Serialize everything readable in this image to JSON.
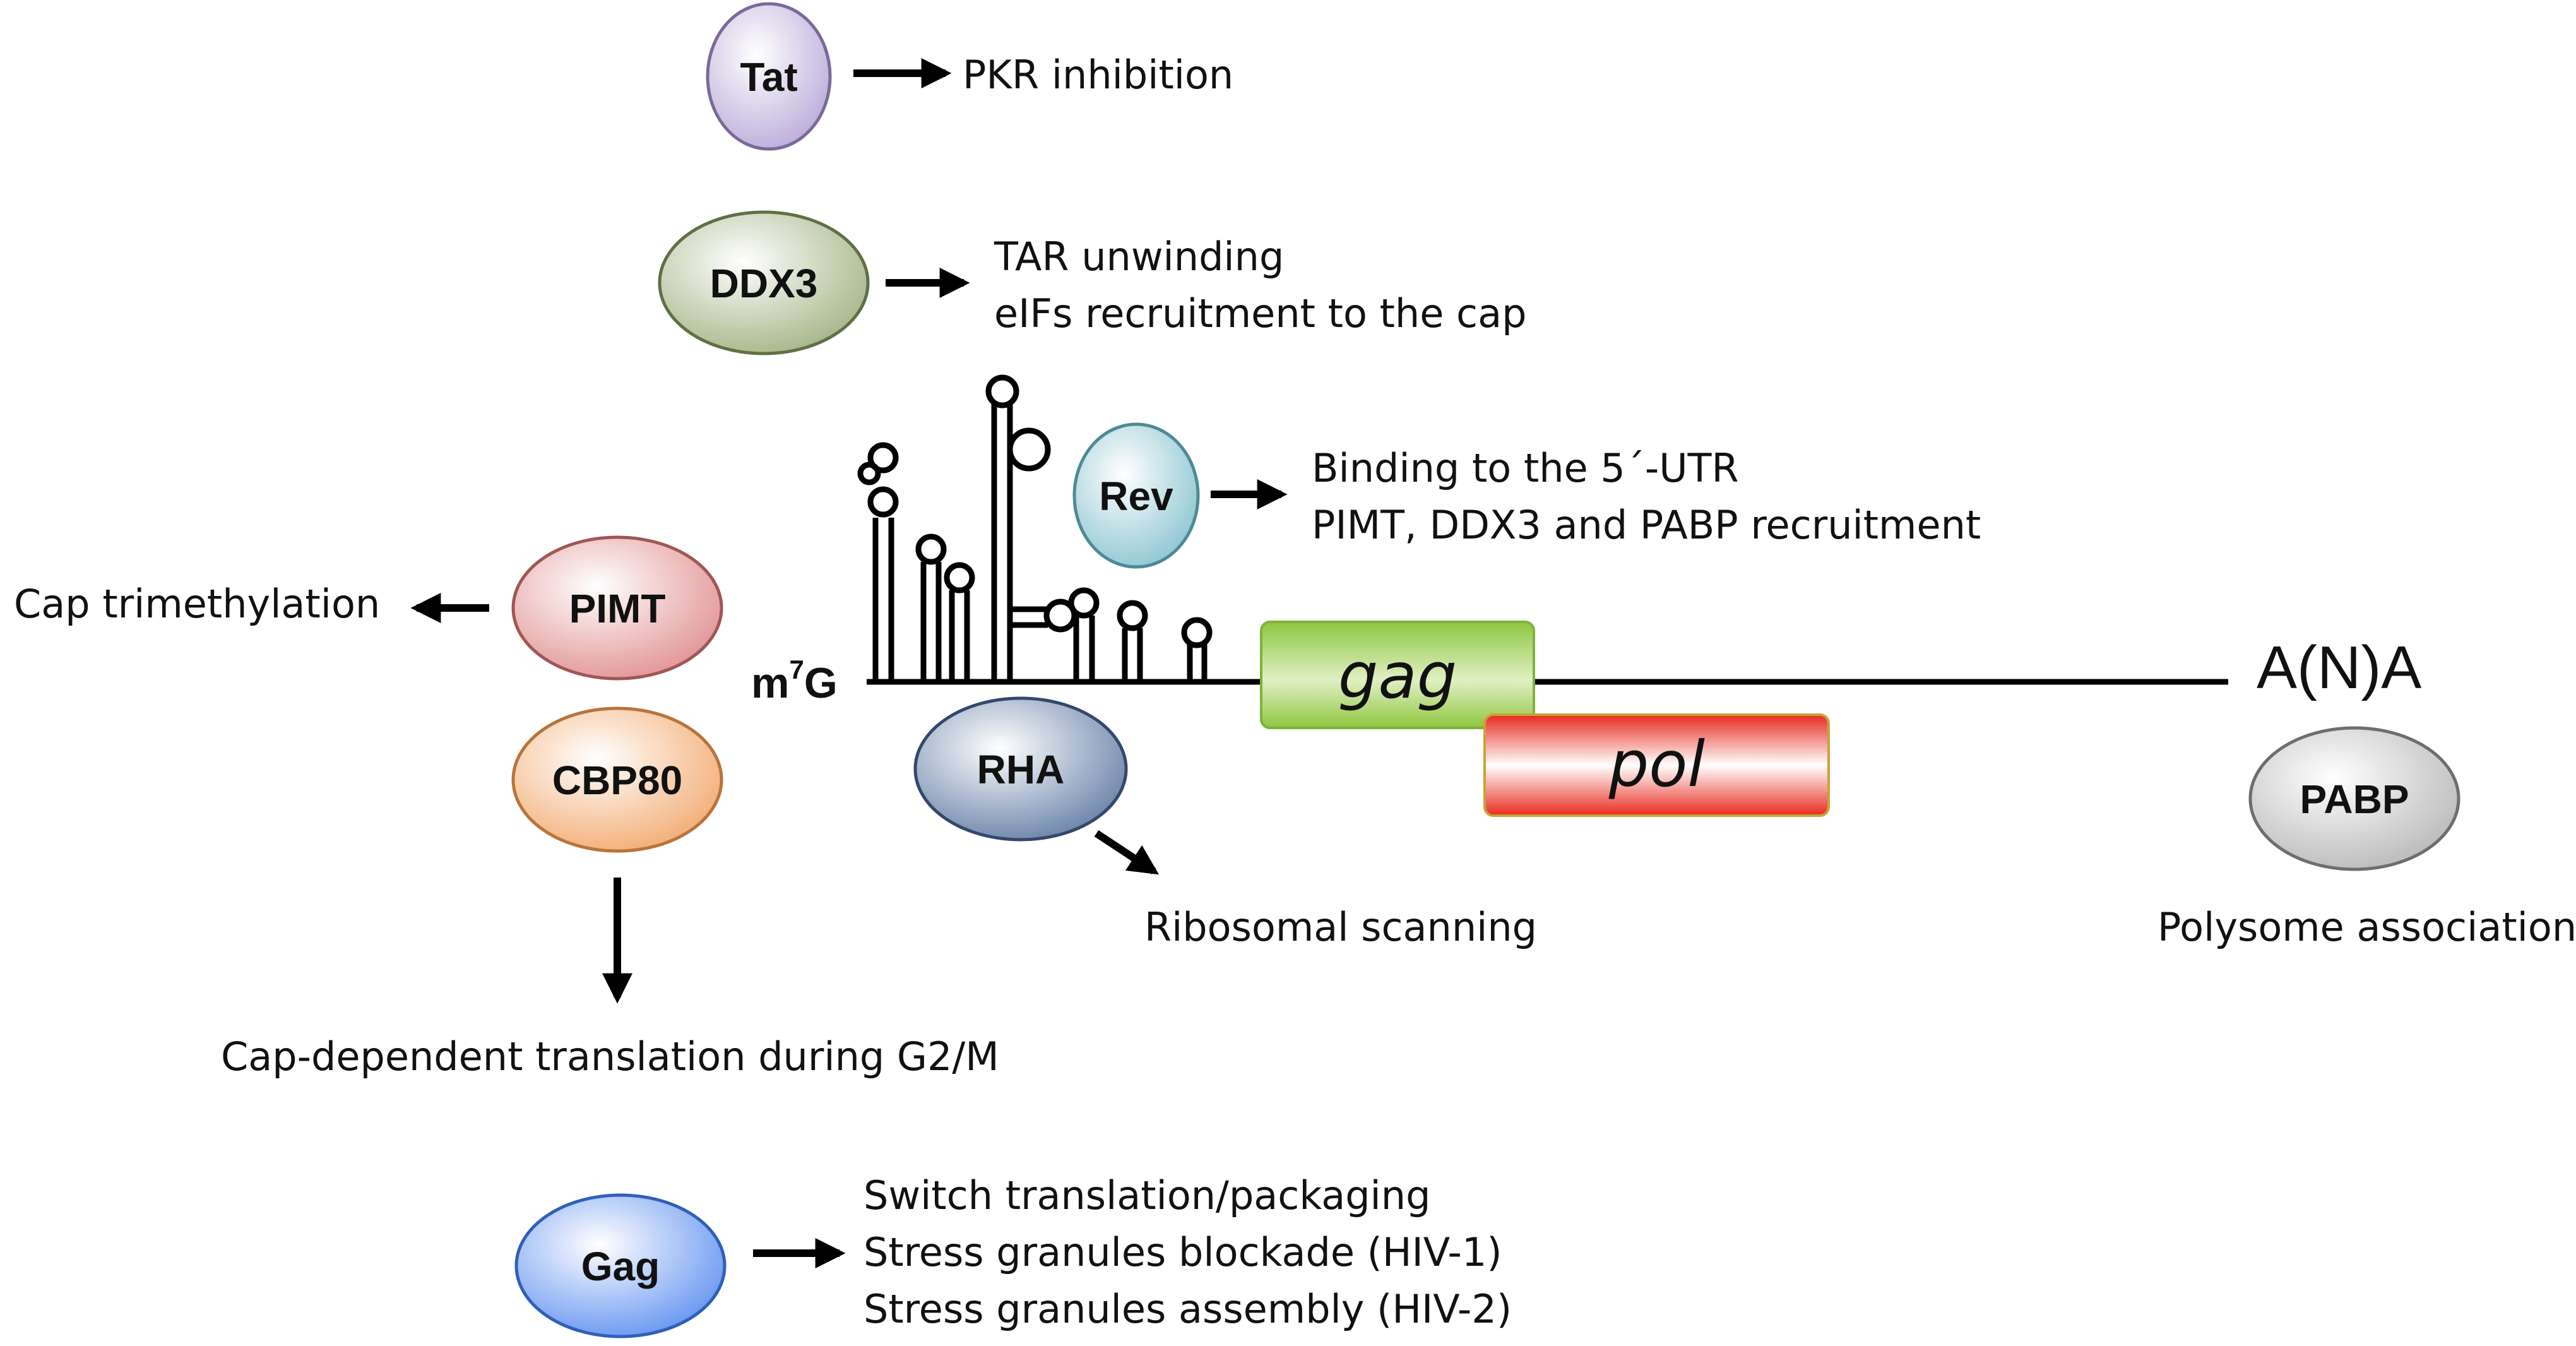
{
  "nodes": {
    "tat": {
      "label": "Tat",
      "color": "#b7a7d8"
    },
    "ddx3": {
      "label": "DDX3",
      "color": "#9fb07f"
    },
    "rev": {
      "label": "Rev",
      "color": "#86c2cf"
    },
    "pimt": {
      "label": "PIMT",
      "color": "#e08c8c"
    },
    "cbp80": {
      "label": "CBP80",
      "color": "#f2a76a"
    },
    "rha": {
      "label": "RHA",
      "color": "#5f7aa3"
    },
    "pabp": {
      "label": "PABP",
      "color": "#b5b5b5"
    },
    "gag": {
      "label": "Gag",
      "color": "#5c8ef0"
    }
  },
  "descriptions": {
    "tat": [
      "PKR inhibition"
    ],
    "ddx3": [
      "TAR unwinding",
      "eIFs recruitment to the cap"
    ],
    "rev": [
      "Binding to the 5´-UTR",
      "PIMT, DDX3 and PABP recruitment"
    ],
    "pimt": [
      "Cap trimethylation"
    ],
    "cbp80": [
      "Cap-dependent translation during G2/M"
    ],
    "rha": [
      "Ribosomal scanning"
    ],
    "pabp": [
      "Polysome association"
    ],
    "gag": [
      "Switch translation/packaging",
      "Stress granules blockade (HIV-1)",
      "Stress granules assembly (HIV-2)"
    ]
  },
  "mrna": {
    "cap_base": "m",
    "cap_sup": "7",
    "cap_end": "G",
    "poly_a": "A(N)A",
    "gag_gene": "gag",
    "pol_gene": "pol",
    "gag_color": "#8ec63f",
    "pol_color": "#e82a1e"
  }
}
